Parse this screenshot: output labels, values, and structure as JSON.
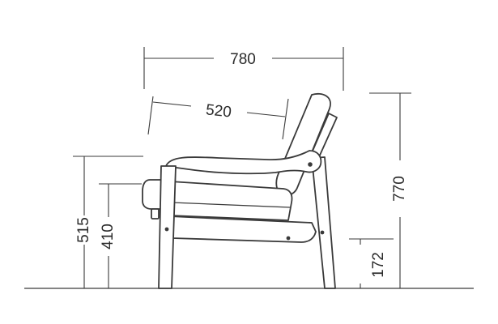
{
  "dimensions": {
    "overall_width": "780",
    "seat_depth": "520",
    "arm_height": "515",
    "seat_height": "410",
    "overall_height": "770",
    "seat_bottom_clearance": "172"
  }
}
